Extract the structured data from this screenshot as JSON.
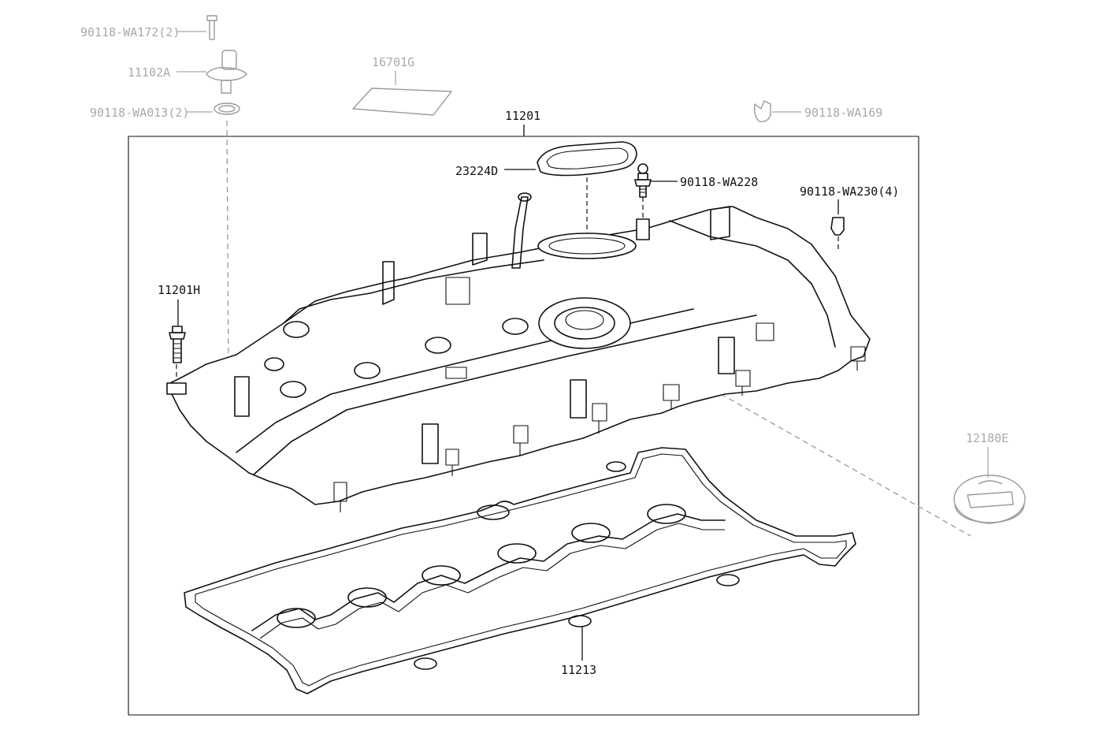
{
  "diagram": {
    "frame_label": "11201",
    "callouts": [
      {
        "id": "bolt-top",
        "text": "90118-WA172(2)",
        "style": "grey"
      },
      {
        "id": "sensor",
        "text": "11102A",
        "style": "grey"
      },
      {
        "id": "oring",
        "text": "90118-WA013(2)",
        "style": "grey"
      },
      {
        "id": "label-plate",
        "text": "16701G",
        "style": "grey"
      },
      {
        "id": "clip-top",
        "text": "90118-WA169",
        "style": "grey"
      },
      {
        "id": "seal",
        "text": "23224D",
        "style": "dark"
      },
      {
        "id": "stud",
        "text": "90118-WA228",
        "style": "dark"
      },
      {
        "id": "clips",
        "text": "90118-WA230(4)",
        "style": "dark"
      },
      {
        "id": "bolt",
        "text": "11201H",
        "style": "dark"
      },
      {
        "id": "oil-cap",
        "text": "12180E",
        "style": "grey"
      },
      {
        "id": "gasket",
        "text": "11213",
        "style": "dark"
      }
    ]
  }
}
